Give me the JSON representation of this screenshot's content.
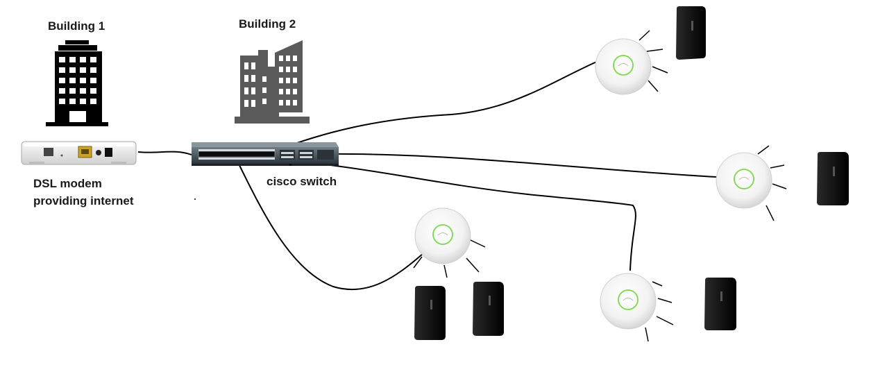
{
  "labels": {
    "building1": "Building 1",
    "building2": "Building 2",
    "modem_line1": "DSL modem",
    "modem_line2": "providing internet",
    "switch": "cisco switch"
  },
  "colors": {
    "building": "#000000",
    "building2": "#5a5a5a",
    "cable": "#000000",
    "ap_ring": "#7bd84a",
    "speaker": "#111111"
  },
  "icons": [
    "building-icon",
    "modem-icon",
    "switch-icon",
    "access-point-icon",
    "speaker-icon"
  ]
}
